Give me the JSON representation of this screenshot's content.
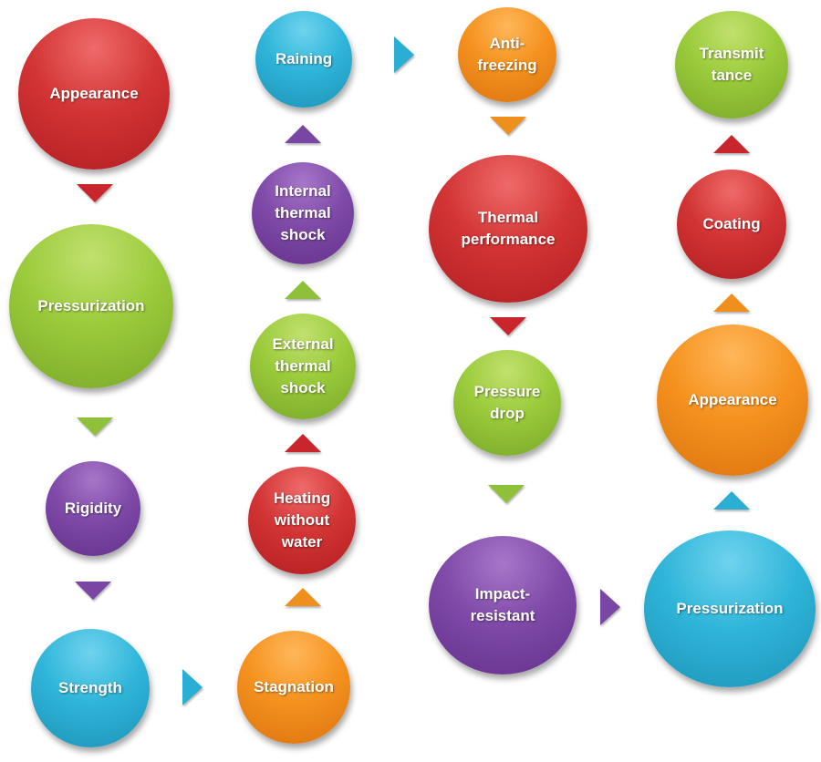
{
  "nodes": {
    "appearance_1": "Appearance",
    "pressurization_1": "Pressurization",
    "rigidity": "Rigidity",
    "strength": "Strength",
    "stagnation": "Stagnation",
    "heating_without_water": "Heating\nwithout\nwater",
    "external_thermal_shock": "External\nthermal\nshock",
    "internal_thermal_shock": "Internal\nthermal\nshock",
    "raining": "Raining",
    "anti_freezing": "Anti-\nfreezing",
    "thermal_performance": "Thermal\nperformance",
    "pressure_drop": "Pressure\ndrop",
    "impact_resistant": "Impact-\nresistant",
    "pressurization_2": "Pressurization",
    "appearance_2": "Appearance",
    "coating": "Coating",
    "transmittance": "Transmit\ntance"
  },
  "colors": {
    "red": "#d23434",
    "green": "#9acb3b",
    "purple": "#7f4aa8",
    "blue": "#2fb5d9",
    "orange": "#f5921f"
  }
}
